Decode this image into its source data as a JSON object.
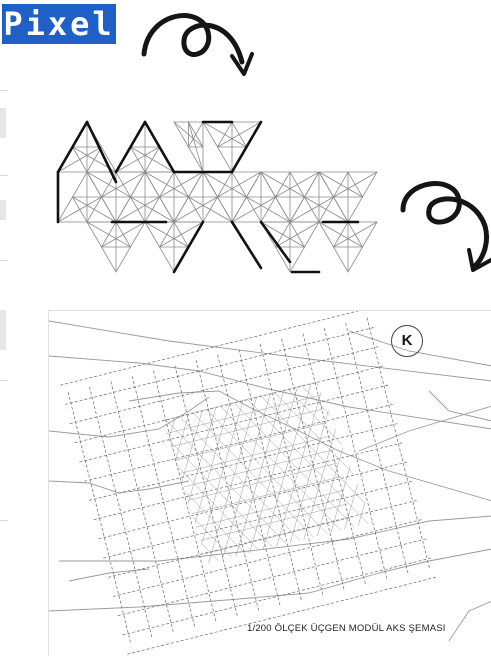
{
  "badge": {
    "label": "Pixel"
  },
  "map": {
    "north_label": "K",
    "caption": "1/200 ÖLÇEK ÜÇGEN MODÜL AKS ŞEMASI"
  },
  "colors": {
    "badge_bg": "#1f5fc8",
    "line": "#111111",
    "grid": "#a8a8a8"
  },
  "icons": [
    "curved-arrow-icon",
    "north-arrow-icon"
  ]
}
